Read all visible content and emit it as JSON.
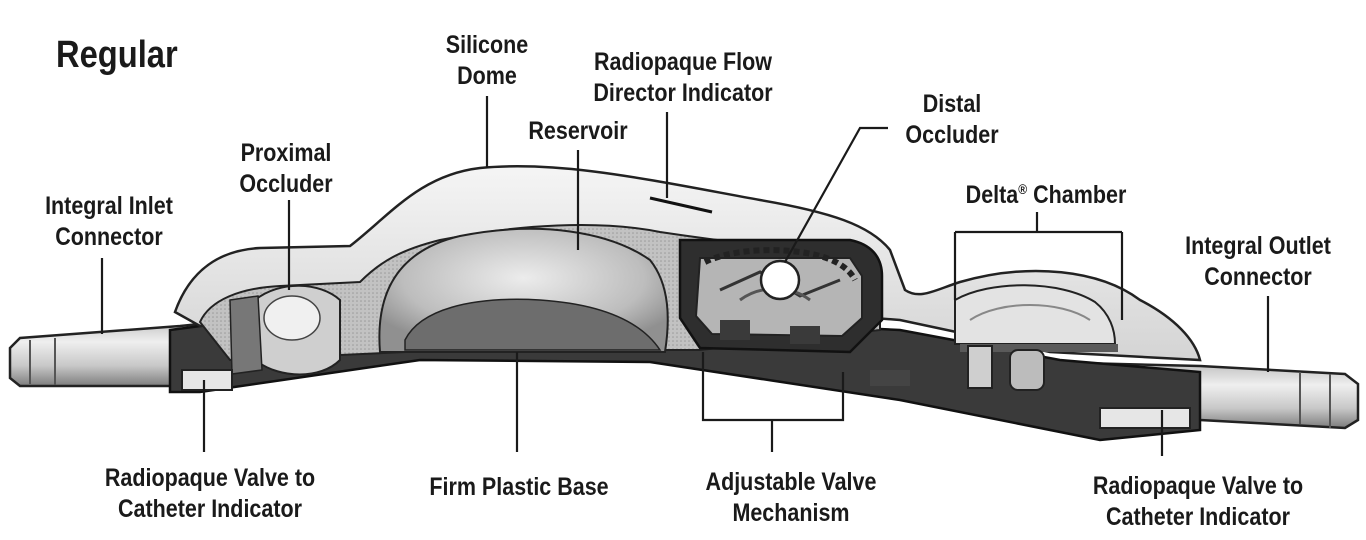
{
  "title": "Regular",
  "labels": {
    "silicone_dome": [
      "Silicone",
      "Dome"
    ],
    "flow_director": [
      "Radiopaque Flow",
      "Director Indicator"
    ],
    "reservoir": "Reservoir",
    "distal_occluder": [
      "Distal",
      "Occluder"
    ],
    "proximal_occluder": [
      "Proximal",
      "Occluder"
    ],
    "delta_chamber": {
      "name": "Delta",
      "mark": "®",
      "suffix": " Chamber"
    },
    "inlet_connector": [
      "Integral Inlet",
      "Connector"
    ],
    "outlet_connector": [
      "Integral Outlet",
      "Connector"
    ],
    "valve_indicator_left": [
      "Radiopaque Valve to",
      "Catheter Indicator"
    ],
    "plastic_base": "Firm Plastic Base",
    "adjustable_valve": [
      "Adjustable Valve",
      "Mechanism"
    ],
    "valve_indicator_right": [
      "Radiopaque Valve to",
      "Catheter Indicator"
    ]
  },
  "colors": {
    "ink": "#1a1a1a",
    "dome_fill": "#e9e9e9",
    "body_mid": "#cfcfcf",
    "body_dark": "#8f8f8f",
    "reservoir_dark": "#6d6d6d",
    "tube_light": "#dcdcdc"
  }
}
